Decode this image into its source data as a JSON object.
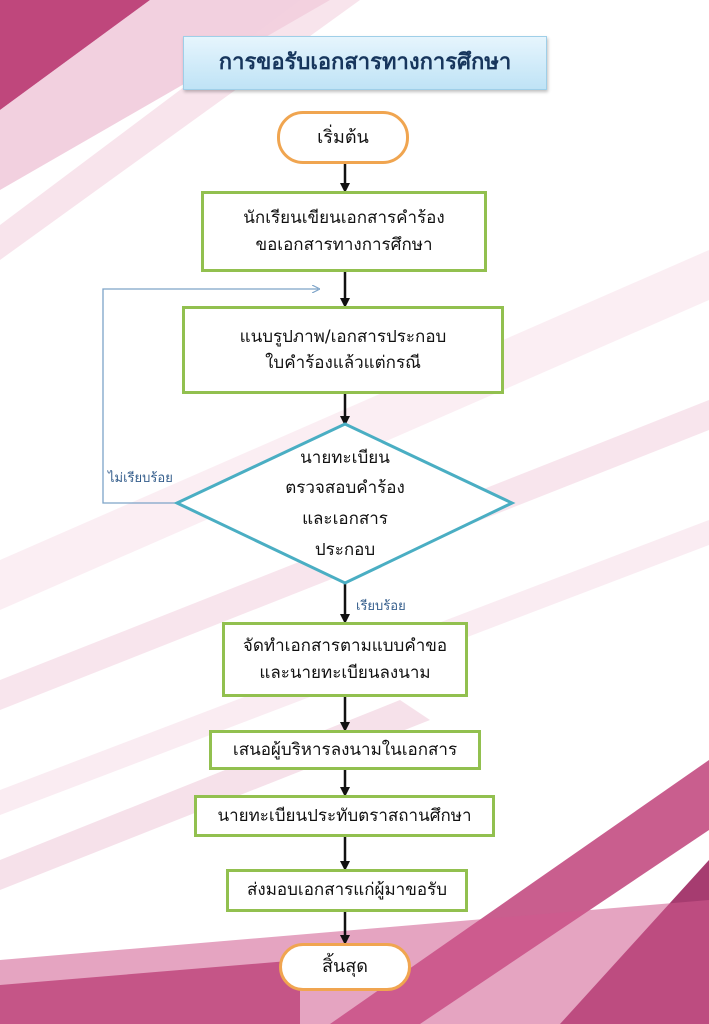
{
  "colors": {
    "title_bg": "#cfeaf8",
    "title_text": "#17365d",
    "terminal_border": "#f0a550",
    "process_border": "#92c04f",
    "decision_border": "#4aaec3",
    "arrow": "#111111",
    "loop_line": "#7da3c8",
    "background_accent": "#c0427a"
  },
  "title": "การขอรับเอกสารทางการศึกษา",
  "nodes": {
    "start": "เริ่มต้น",
    "step1": "นักเรียนเขียนเอกสารคำร้อง\nขอเอกสารทางการศึกษา",
    "step2": "แนบรูปภาพ/เอกสารประกอบ\nใบคำร้องแล้วแต่กรณี",
    "decision": "นายทะเบียน\nตรวจสอบคำร้อง\nและเอกสาร\nประกอบ",
    "step3": "จัดทำเอกสารตามแบบคำขอ\nและนายทะเบียนลงนาม",
    "step4": "เสนอผู้บริหารลงนามในเอกสาร",
    "step5": "นายทะเบียนประทับตราสถานศึกษา",
    "step6": "ส่งมอบเอกสารแก่ผู้มาขอรับ",
    "end": "สิ้นสุด"
  },
  "edges": {
    "not_ok": "ไม่เรียบร้อย",
    "ok": "เรียบร้อย"
  }
}
